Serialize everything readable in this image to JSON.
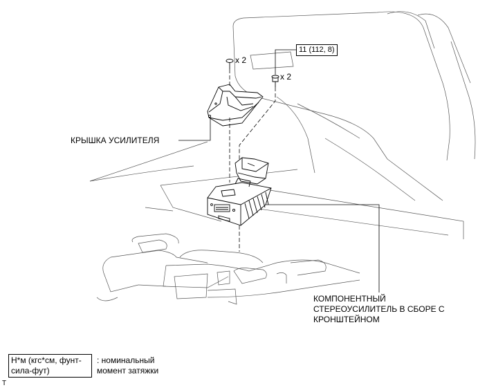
{
  "labels": {
    "amplifier_cover": "КРЫШКА УСИЛИТЕЛЯ",
    "amplifier_assembly_line1": "КОМПОНЕНТНЫЙ",
    "amplifier_assembly_line2": "СТЕРЕОУСИЛИТЕЛЬ В СБОРЕ С",
    "amplifier_assembly_line3": "КРОНШТЕЙНОМ",
    "clip_qty": "x 2",
    "bolt_qty": "x 2",
    "bolt_torque": "11 (112, 8)"
  },
  "legend": {
    "unit_line1": "Н*м (кгс*см, фунт-",
    "unit_line2": "сила-фут)",
    "desc_line1": ": номинальный",
    "desc_line2": "момент затяжки"
  },
  "corner_mark": "T"
}
